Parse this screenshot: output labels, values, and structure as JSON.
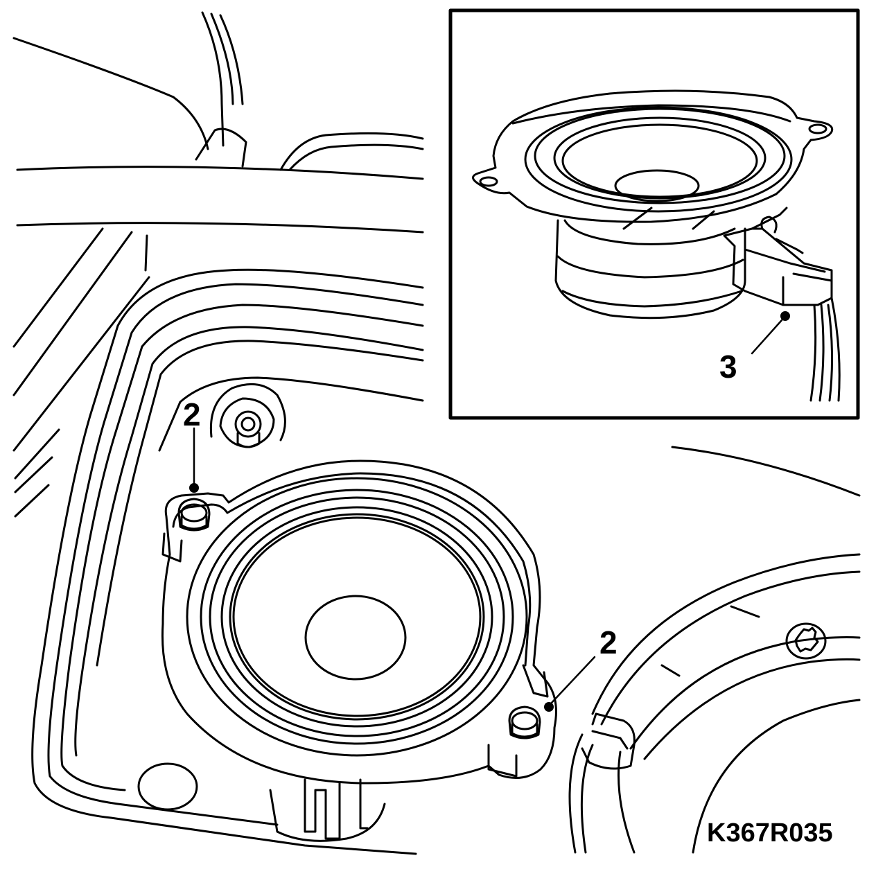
{
  "diagram": {
    "callouts": [
      {
        "id": "bolt-top-left",
        "label": "2"
      },
      {
        "id": "bolt-bottom-right",
        "label": "2"
      },
      {
        "id": "connector",
        "label": "3"
      }
    ],
    "drawing_code": "K367R035"
  },
  "colors": {
    "ink": "#000000",
    "paper": "#ffffff"
  }
}
